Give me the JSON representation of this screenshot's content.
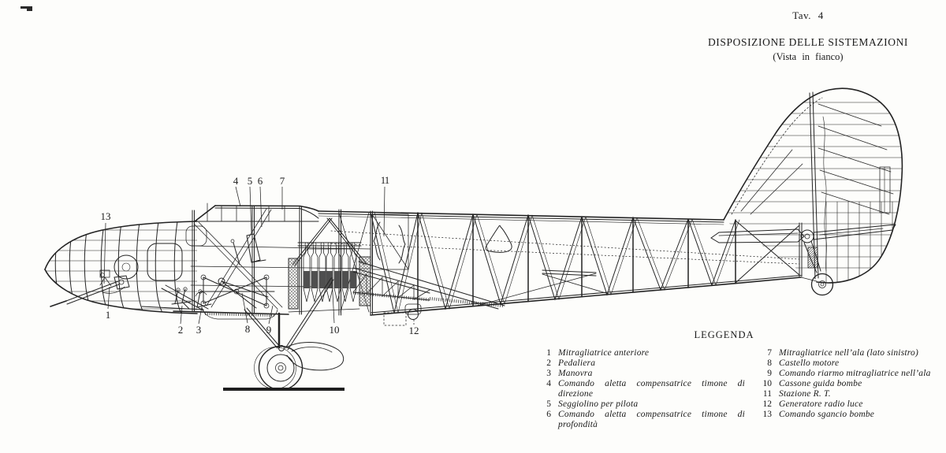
{
  "page": {
    "tav": "Tav. 4",
    "title": "DISPOSIZIONE DELLE SISTEMAZIONI",
    "subtitle": "(Vista in fianco)"
  },
  "legend": {
    "heading": "LEGGENDA",
    "left": [
      {
        "num": "1",
        "text": "Mitragliatrice anteriore"
      },
      {
        "num": "2",
        "text": "Pedaliera"
      },
      {
        "num": "3",
        "text": "Manovra"
      },
      {
        "num": "4",
        "text": "Comando aletta compensatrice timone di direzione"
      },
      {
        "num": "5",
        "text": "Seggiolino per pilota"
      },
      {
        "num": "6",
        "text": "Comando aletta compensatrice timone di profondità"
      }
    ],
    "right": [
      {
        "num": "7",
        "text": "Mitragliatrice nell’ala (lato sinistro)"
      },
      {
        "num": "8",
        "text": "Castello motore"
      },
      {
        "num": "9",
        "text": "Comando riarmo mitragliatrice nell’ala"
      },
      {
        "num": "10",
        "text": "Cassone guida bombe"
      },
      {
        "num": "11",
        "text": "Stazione R. T."
      },
      {
        "num": "12",
        "text": "Generatore radio luce"
      },
      {
        "num": "13",
        "text": "Comando sgancio bombe"
      }
    ]
  },
  "diagram": {
    "callouts": [
      "1",
      "2",
      "3",
      "4",
      "5",
      "6",
      "7",
      "8",
      "9",
      "10",
      "11",
      "12",
      "13"
    ]
  },
  "colors": {
    "ink": "#232323",
    "paper": "#fdfdfb",
    "bomb_shade": "#4f4f4f"
  }
}
